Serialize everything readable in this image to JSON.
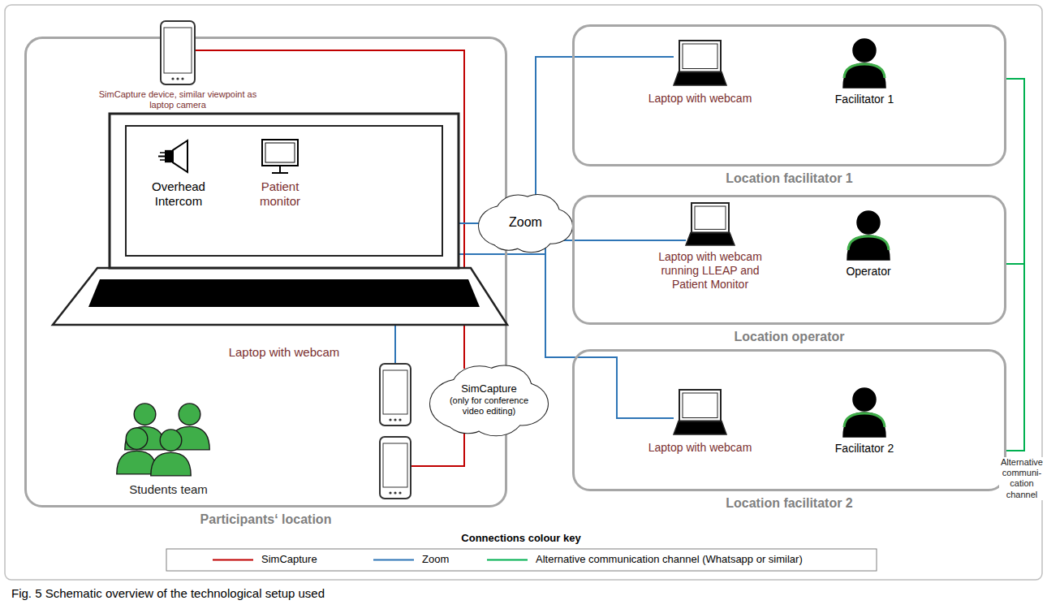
{
  "diagram": {
    "caption": "Fig. 5 Schematic overview of the technological setup used",
    "nodes": [
      {
        "text": [
          "Participants‘ location"
        ]
      },
      {
        "text": [
          "SimCapture device, similar viewpoint as laptop camera"
        ],
        "in": 0
      },
      {
        "text": [
          "Laptop with webcam"
        ],
        "in": 0
      },
      {
        "text": [
          "Overhead Intercom"
        ],
        "in": 2
      },
      {
        "text": [
          "Patient monitor"
        ],
        "in": 2
      },
      {
        "text": [
          "Students team"
        ],
        "in": 0
      },
      {
        "text": [
          "Zoom"
        ]
      },
      {
        "text": [
          "SimCapture",
          "(only for conference video editing)"
        ]
      },
      {
        "text": [
          "Location facilitator 1"
        ]
      },
      {
        "text": [
          "Laptop with webcam"
        ],
        "in": 8
      },
      {
        "text": [
          "Facilitator 1"
        ],
        "in": 8
      },
      {
        "text": [
          "Location operator"
        ]
      },
      {
        "text": [
          "Laptop with webcam running LLEAP and Patient Monitor"
        ],
        "in": 11
      },
      {
        "text": [
          "Operator"
        ],
        "in": 11
      },
      {
        "text": [
          "Location facilitator 2"
        ]
      },
      {
        "text": [
          "Laptop with webcam"
        ],
        "in": 14
      },
      {
        "text": [
          "Facilitator 2"
        ],
        "in": 14
      }
    ],
    "edges": [
      {
        "from": 1,
        "to": 7,
        "arrow": "none"
      },
      {
        "from": 2,
        "to": 6,
        "arrow": "none"
      },
      {
        "from": 6,
        "to": 9,
        "arrow": "none"
      },
      {
        "from": 6,
        "to": 12,
        "arrow": "none"
      },
      {
        "from": 6,
        "to": 15,
        "arrow": "none"
      },
      {
        "from": 8,
        "to": 11,
        "arrow": "none"
      },
      {
        "from": 11,
        "to": 14,
        "label": "Alternative communi- cation channel",
        "arrow": "none"
      }
    ],
    "labels": [
      "Connections colour key"
    ],
    "legend": [
      {
        "text": "SimCapture",
        "color": "#c00000"
      },
      {
        "text": "Zoom",
        "color": "#2e75b6"
      },
      {
        "text": "Alternative communication channel (Whatsapp or similar)",
        "color": "#00b050"
      }
    ]
  }
}
